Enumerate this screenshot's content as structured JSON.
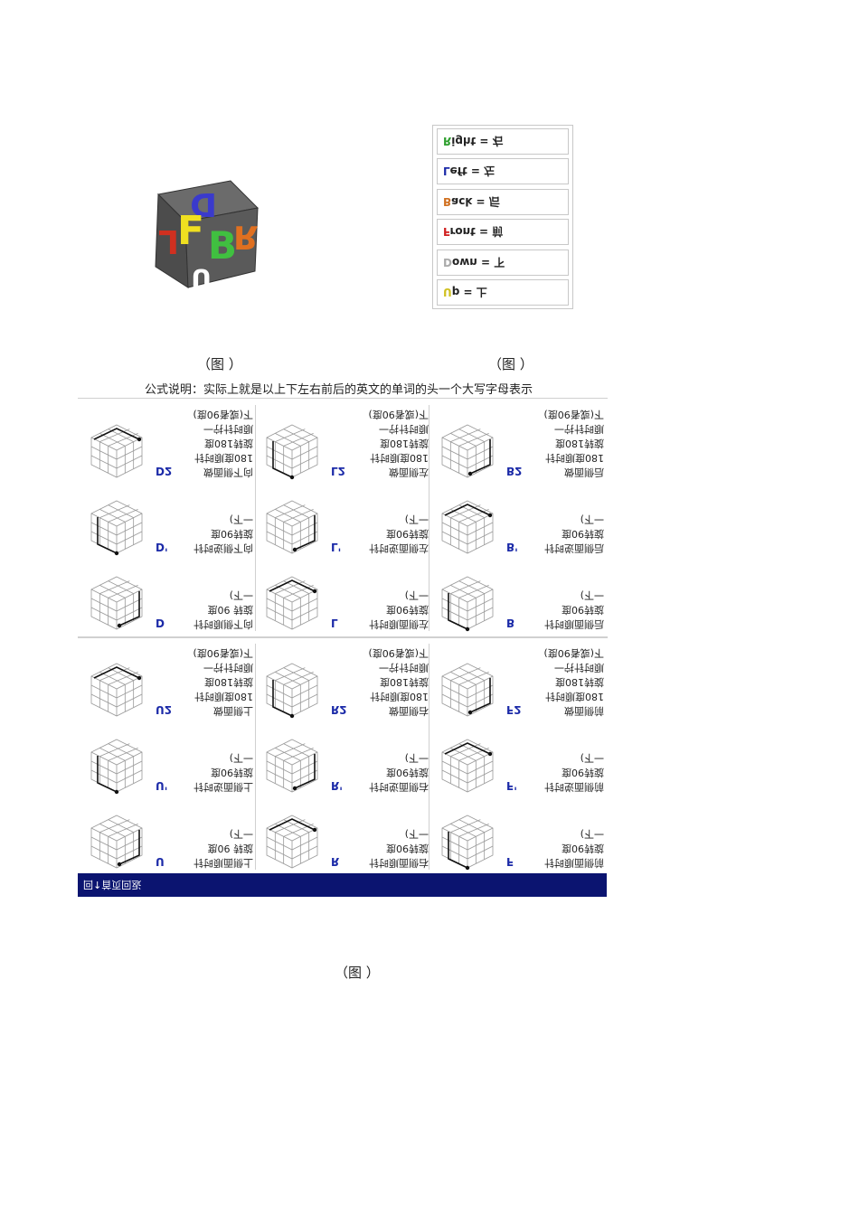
{
  "captions": {
    "fig1": "（图   ）",
    "fig2": "（图   ）",
    "fig3": "（图   ）",
    "note": "公式说明：实际上就是以上下左右前后的英文的单词的头一个大写字母表示"
  },
  "cube": {
    "letters": [
      "D",
      "F",
      "L",
      "B",
      "R",
      "U"
    ],
    "colors": {
      "D": "#3a3acc",
      "F": "#f0e020",
      "L": "#d03020",
      "B": "#40c040",
      "R": "#e07020",
      "U": "#ffffff",
      "body": "#555555"
    }
  },
  "legend": [
    {
      "initial": "R",
      "rest": "ight = 右",
      "color": "#30a030"
    },
    {
      "initial": "L",
      "rest": "eft = 左",
      "color": "#1b2aa8"
    },
    {
      "initial": "B",
      "rest": "ack = 后",
      "color": "#d07020"
    },
    {
      "initial": "F",
      "rest": "ront = 前",
      "color": "#d02020"
    },
    {
      "initial": "D",
      "rest": "own = 下",
      "color": "#aaaaaa"
    },
    {
      "initial": "U",
      "rest": "p = 上",
      "color": "#d0c020"
    }
  ],
  "moves": [
    {
      "code": "D2",
      "desc": [
        "向下侧面做",
        "180度顺时针",
        "旋转180度",
        "顺时针拧一",
        "下(或者90度)"
      ]
    },
    {
      "code": "L2",
      "desc": [
        "左侧面做",
        "180度顺时针",
        "旋转180度",
        "顺时针拧一",
        "下(或者90度)"
      ]
    },
    {
      "code": "B2",
      "desc": [
        "后侧面做",
        "180度顺时针",
        "旋转180度",
        "顺时针拧一",
        "下(或者90度)"
      ]
    },
    {
      "code": "D'",
      "desc": [
        "向下侧逆时针",
        "旋转90度",
        "一下)"
      ]
    },
    {
      "code": "L'",
      "desc": [
        "左侧面逆时针",
        "旋转90度",
        "一下)"
      ]
    },
    {
      "code": "B'",
      "desc": [
        "后侧面逆时针",
        "旋转90度",
        "一下)"
      ]
    },
    {
      "code": "D",
      "desc": [
        "向下侧顺时针",
        "旋转 90度",
        "一下)"
      ]
    },
    {
      "code": "L",
      "desc": [
        "左侧面顺时针",
        "旋转90度",
        "一下)"
      ]
    },
    {
      "code": "B",
      "desc": [
        "后侧面顺时针",
        "旋转90度",
        "一下)"
      ]
    },
    {
      "code": "U2",
      "desc": [
        "上侧面做",
        "180度顺时针",
        "旋转180度",
        "顺时针拧一",
        "下(或者90度)"
      ]
    },
    {
      "code": "R2",
      "desc": [
        "右侧面做",
        "180度顺时针",
        "旋转180度",
        "顺时针拧一",
        "下(或者90度)"
      ]
    },
    {
      "code": "F2",
      "desc": [
        "前侧面做",
        "180度顺时针",
        "旋转180度",
        "顺时针拧一",
        "下(或者90度)"
      ]
    },
    {
      "code": "U'",
      "desc": [
        "上侧面逆时针",
        "旋转90度",
        "一下)"
      ]
    },
    {
      "code": "R'",
      "desc": [
        "右侧面逆时针",
        "旋转90度",
        "一下)"
      ]
    },
    {
      "code": "F'",
      "desc": [
        "前侧面逆时针",
        "旋转90度",
        "一下)"
      ]
    },
    {
      "code": "U",
      "desc": [
        "上侧面顺时针",
        "旋转 90度",
        "一下)"
      ]
    },
    {
      "code": "R",
      "desc": [
        "右侧面顺时针",
        "旋转90度",
        "一下)"
      ]
    },
    {
      "code": "F",
      "desc": [
        "前侧面顺时针",
        "旋转90度",
        "一下)"
      ]
    }
  ],
  "footer": "返回页首↑回"
}
